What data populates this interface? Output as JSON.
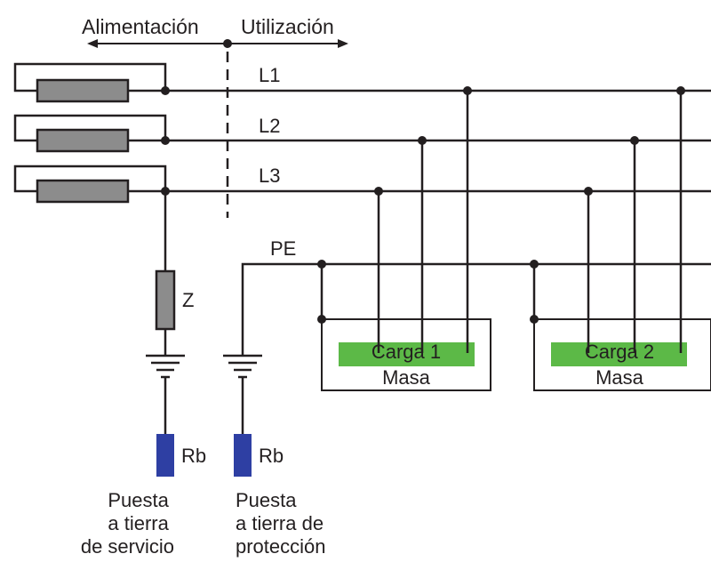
{
  "header": {
    "supply_label": "Alimentación",
    "use_label": "Utilización"
  },
  "lines": {
    "l1": "L1",
    "l2": "L2",
    "l3": "L3",
    "pe": "PE"
  },
  "impedance": {
    "label": "Z"
  },
  "resistors": {
    "service": "Rb",
    "protection": "Rb"
  },
  "loads": [
    {
      "name": "Carga 1",
      "mass": "Masa"
    },
    {
      "name": "Carga 2",
      "mass": "Masa"
    }
  ],
  "captions": {
    "service": [
      "Puesta",
      "a tierra",
      "de servicio"
    ],
    "protection": [
      "Puesta",
      "a tierra de",
      "protección"
    ]
  },
  "colors": {
    "winding": "#8c8c8c",
    "load_bar": "#5cb947",
    "resistor": "#2e3fa3",
    "line": "#231f20"
  }
}
